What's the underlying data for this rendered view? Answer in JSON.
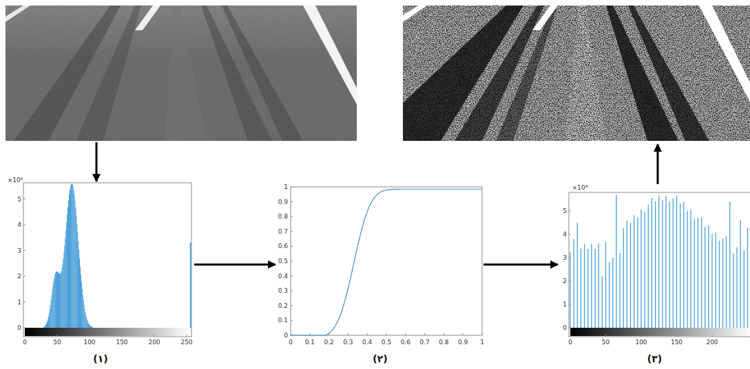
{
  "diagram": {
    "nodes": [
      {
        "text": [
          "(۱)"
        ]
      },
      {
        "text": [
          "(۲)"
        ]
      },
      {
        "text": [
          "(۳)"
        ]
      }
    ],
    "edges": [
      {
        "from": 0,
        "to": 1,
        "arrow": "to"
      },
      {
        "from": 1,
        "to": 2,
        "arrow": "to"
      }
    ],
    "labels": [
      "×10⁴",
      "0",
      "1",
      "2",
      "3",
      "4",
      "5",
      "0",
      "50",
      "100",
      "150",
      "200",
      "250",
      "0",
      "0.1",
      "0.2",
      "0.3",
      "0.4",
      "0.5",
      "0.6",
      "0.7",
      "0.8",
      "0.9",
      "1",
      "0",
      "0.1",
      "0.2",
      "0.3",
      "0.4",
      "0.5",
      "0.6",
      "0.7",
      "0.8",
      "0.9",
      "1",
      "×10⁴",
      "0",
      "1",
      "2",
      "3",
      "4",
      "5",
      "0",
      "50",
      "100",
      "150",
      "200"
    ]
  }
}
